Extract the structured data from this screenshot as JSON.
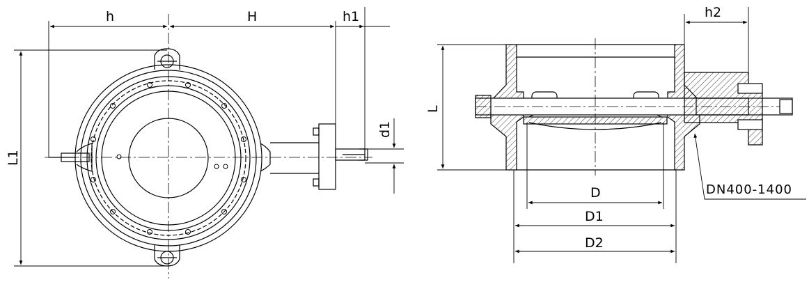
{
  "labels": {
    "h": "h",
    "H": "H",
    "h1": "h1",
    "d1": "d1",
    "L1": "L1",
    "h2": "h2",
    "L": "L",
    "D": "D",
    "D1": "D1",
    "D2": "D2",
    "size_range": "DN400-1400"
  },
  "colors": {
    "line": "#000000",
    "hatch": "#000000",
    "background": "#ffffff"
  }
}
